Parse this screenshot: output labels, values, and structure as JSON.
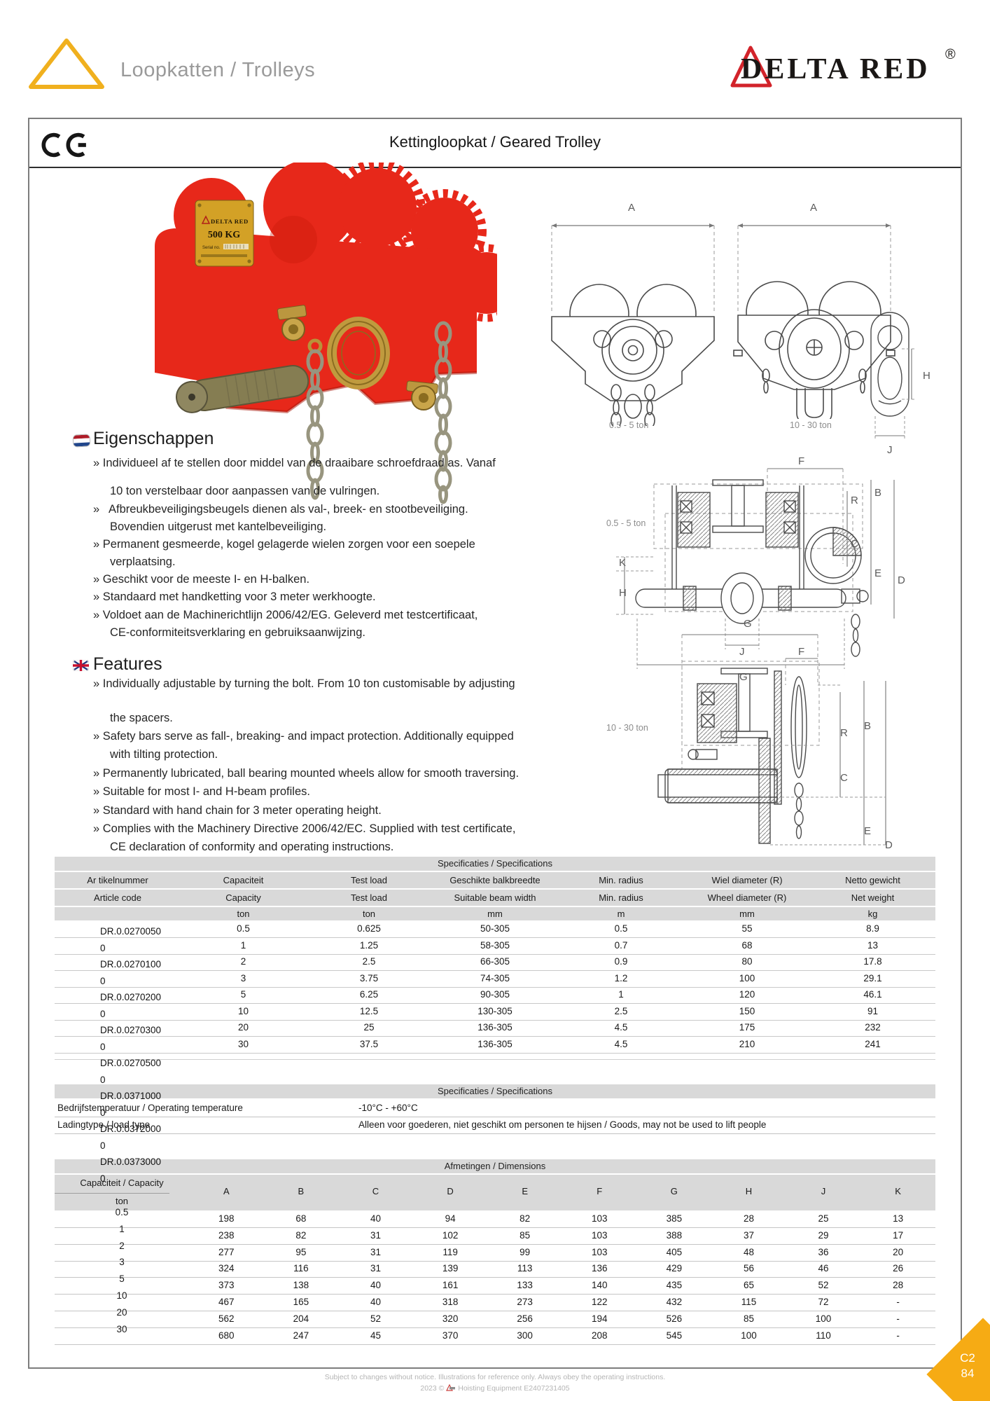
{
  "header": {
    "section_title": "Loopkatten / Trolleys",
    "brand": "DELTA RED",
    "reg": "®"
  },
  "doc": {
    "ce": "CE",
    "title": "Kettingloopkat / Geared Trolley"
  },
  "photo_plate": {
    "brand": "DELTA RED",
    "capacity": "500 KG",
    "serial_label": "Serial no."
  },
  "drawings": {
    "front_small": {
      "dim_a": "A",
      "caption": "0.5 - 5 ton"
    },
    "front_large": {
      "dim_a": "A",
      "caption": "10 - 30 ton"
    },
    "hook_plate": {
      "dim_h": "H",
      "dim_j": "J"
    },
    "side_small": {
      "caption": "0.5 - 5 ton",
      "dim_f": "F",
      "dim_b": "B",
      "dim_r": "R",
      "dim_c": "C",
      "dim_e": "E",
      "dim_d": "D",
      "dim_k": "K",
      "dim_h": "H",
      "dim_j": "J",
      "dim_g": "G"
    },
    "side_large": {
      "caption": "10 - 30 ton",
      "dim_g": "G",
      "dim_f": "F",
      "dim_r": "R",
      "dim_b": "B",
      "dim_c": "C",
      "dim_e": "E",
      "dim_d": "D"
    }
  },
  "features_nl": {
    "heading": "Eigenschappen",
    "lines": [
      "» Individueel af te stellen door middel van de draaibare schroefdraad as. Vanaf",
      "10 ton verstelbaar door aanpassen van de vulringen.",
      "»   Afbreukbeveiligingsbeugels dienen als val-, breek- en stootbeveiliging.",
      "Bovendien uitgerust met kantelbeveiliging.",
      "» Permanent gesmeerde, kogel gelagerde wielen zorgen voor een soepele",
      "verplaatsing.",
      "» Geschikt voor de meeste I- en H-balken.",
      "» Standaard met handketting voor 3 meter werkhoogte.",
      "» Voldoet aan de Machinerichtlijn 2006/42/EG. Geleverd met testcertificaat,",
      "CE-conformiteitsverklaring en gebruiksaanwijzing."
    ]
  },
  "features_en": {
    "heading": "Features",
    "lines": [
      "» Individually adjustable by turning the bolt. From 10 ton customisable by adjusting",
      "the spacers.",
      "» Safety bars serve as fall-, breaking- and impact protection. Additionally equipped",
      "with tilting protection.",
      "» Permanently lubricated, ball bearing mounted wheels allow for smooth traversing.",
      "» Suitable for most I- and H-beam profiles.",
      "» Standard with hand chain for 3 meter operating height.",
      "» Complies with the Machinery Directive 2006/42/EC. Supplied with test certificate,",
      "CE declaration of conformity and operating instructions."
    ]
  },
  "spec_table": {
    "title": "Specificaties / Specifications",
    "header_nl": [
      "Ar tikelnummer",
      "Capaciteit",
      "Test load",
      "Geschikte balkbreedte",
      "Min. radius",
      "Wiel diameter (R)",
      "Netto gewicht"
    ],
    "header_en": [
      "Article code",
      "Capacity",
      "Test load",
      "Suitable beam width",
      "Min. radius",
      "Wheel diameter (R)",
      "Net weight"
    ],
    "units": [
      "",
      "ton",
      "ton",
      "mm",
      "m",
      "mm",
      "kg"
    ],
    "rows": [
      [
        "0.5",
        "0.625",
        "50-305",
        "0.5",
        "55",
        "8.9"
      ],
      [
        "1",
        "1.25",
        "58-305",
        "0.7",
        "68",
        "13"
      ],
      [
        "2",
        "2.5",
        "66-305",
        "0.9",
        "80",
        "17.8"
      ],
      [
        "3",
        "3.75",
        "74-305",
        "1.2",
        "100",
        "29.1"
      ],
      [
        "5",
        "6.25",
        "90-305",
        "1",
        "120",
        "46.1"
      ],
      [
        "10",
        "12.5",
        "130-305",
        "2.5",
        "150",
        "91"
      ],
      [
        "20",
        "25",
        "136-305",
        "4.5",
        "175",
        "232"
      ],
      [
        "30",
        "37.5",
        "136-305",
        "4.5",
        "210",
        "241"
      ]
    ],
    "article_code_lines": [
      "DR.0.0270050",
      "0",
      "DR.0.0270100",
      "0",
      "DR.0.0270200",
      "0",
      "DR.0.0270300",
      "0",
      "DR.0.0270500",
      "0",
      "DR.0.0371000",
      "0",
      "DR.0.0372000",
      "0",
      "DR.0.0373000",
      "0"
    ]
  },
  "spec_table2": {
    "title": "Specificaties / Specifications",
    "rows": [
      {
        "label": "Bedrijfstemperatuur / Operating temperature",
        "value": "-10°C - +60°C"
      },
      {
        "label": "Ladingtype / load type",
        "value": "Alleen voor goederen, niet geschikt om personen te hijsen / Goods, may not be used to lift people"
      }
    ]
  },
  "dim_table": {
    "title": "Afmetingen / Dimensions",
    "capacity_header": "Capaciteit / Capacity",
    "capacity_unit": "ton",
    "columns": [
      "A",
      "B",
      "C",
      "D",
      "E",
      "F",
      "G",
      "H",
      "J",
      "K"
    ],
    "rows": [
      {
        "cap": "0.5",
        "v": [
          "198",
          "68",
          "40",
          "94",
          "82",
          "103",
          "385",
          "28",
          "25",
          "13"
        ]
      },
      {
        "cap": "1",
        "v": [
          "238",
          "82",
          "31",
          "102",
          "85",
          "103",
          "388",
          "37",
          "29",
          "17"
        ]
      },
      {
        "cap": "2",
        "v": [
          "277",
          "95",
          "31",
          "119",
          "99",
          "103",
          "405",
          "48",
          "36",
          "20"
        ]
      },
      {
        "cap": "3",
        "v": [
          "324",
          "116",
          "31",
          "139",
          "113",
          "136",
          "429",
          "56",
          "46",
          "26"
        ]
      },
      {
        "cap": "5",
        "v": [
          "373",
          "138",
          "40",
          "161",
          "133",
          "140",
          "435",
          "65",
          "52",
          "28"
        ]
      },
      {
        "cap": "10",
        "v": [
          "467",
          "165",
          "40",
          "318",
          "273",
          "122",
          "432",
          "115",
          "72",
          "-"
        ]
      },
      {
        "cap": "20",
        "v": [
          "562",
          "204",
          "52",
          "320",
          "256",
          "194",
          "526",
          "85",
          "100",
          "-"
        ]
      },
      {
        "cap": "30",
        "v": [
          "680",
          "247",
          "45",
          "370",
          "300",
          "208",
          "545",
          "100",
          "110",
          "-"
        ]
      }
    ]
  },
  "footer": {
    "line1": "Subject to changes without notice. Illustrations for reference only. Always obey the operating instructions.",
    "line2_prefix": "2023 ©",
    "line2_suffix": "Hoisting Equipment E2407231405",
    "page_code_top": "C2",
    "page_code_bottom": "84"
  }
}
